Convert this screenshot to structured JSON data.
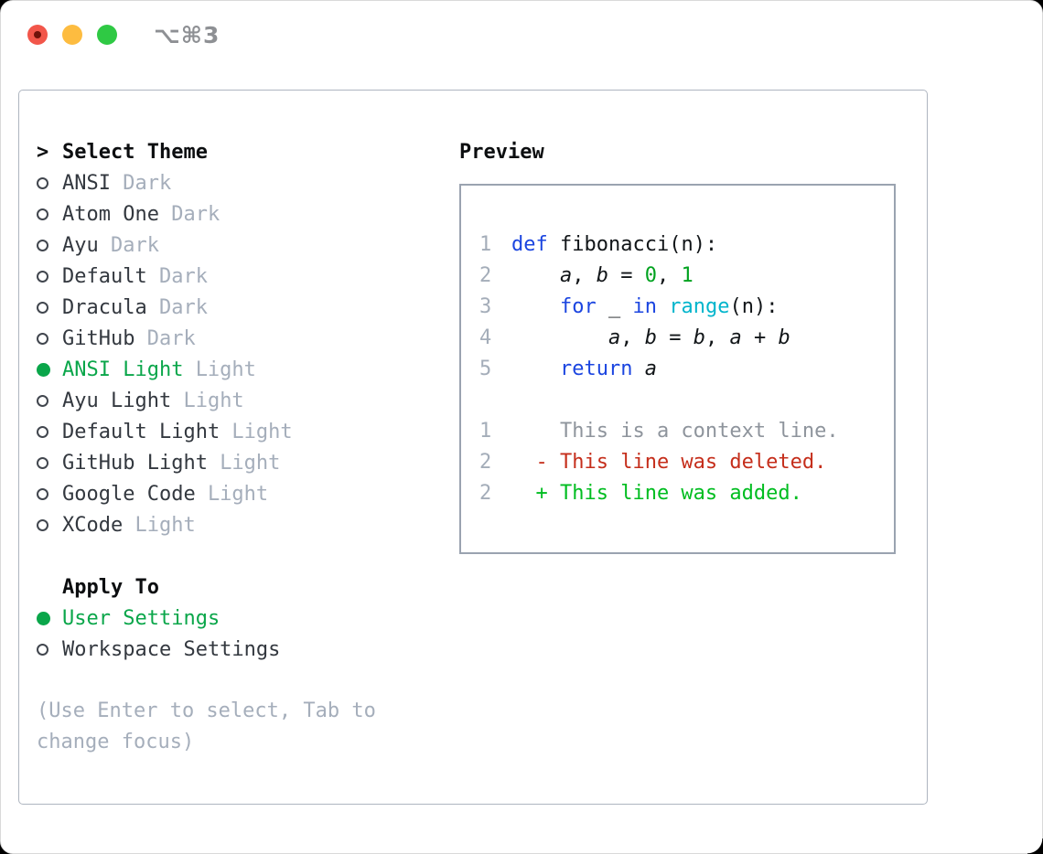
{
  "window": {
    "title": "⌥⌘3"
  },
  "colors": {
    "accent_green": "#0aa64a",
    "keyword_blue": "#1b45e0",
    "builtin_cyan": "#00b5cc",
    "number_green": "#00a21f",
    "diff_added_green": "#00bd20",
    "diff_deleted_red": "#c52e1b",
    "context_gray": "#8e949c",
    "muted_gray": "#a5aebb",
    "traffic_red": "#f2564a",
    "traffic_yellow": "#fdbc40",
    "traffic_green": "#2fc944"
  },
  "panel": {
    "theme_header": {
      "prefix": ">",
      "label": "Select Theme"
    },
    "themes": [
      {
        "name": "ANSI",
        "variant": "Dark",
        "selected": false
      },
      {
        "name": "Atom One",
        "variant": "Dark",
        "selected": false
      },
      {
        "name": "Ayu",
        "variant": "Dark",
        "selected": false
      },
      {
        "name": "Default",
        "variant": "Dark",
        "selected": false
      },
      {
        "name": "Dracula",
        "variant": "Dark",
        "selected": false
      },
      {
        "name": "GitHub",
        "variant": "Dark",
        "selected": false
      },
      {
        "name": "ANSI Light",
        "variant": "Light",
        "selected": true
      },
      {
        "name": "Ayu Light",
        "variant": "Light",
        "selected": false
      },
      {
        "name": "Default Light",
        "variant": "Light",
        "selected": false
      },
      {
        "name": "GitHub Light",
        "variant": "Light",
        "selected": false
      },
      {
        "name": "Google Code",
        "variant": "Light",
        "selected": false
      },
      {
        "name": "XCode",
        "variant": "Light",
        "selected": false
      }
    ],
    "apply_header": "Apply To",
    "apply_options": [
      {
        "label": "User Settings",
        "selected": true
      },
      {
        "label": "Workspace Settings",
        "selected": false
      }
    ],
    "help": "(Use Enter to select, Tab to change focus)"
  },
  "preview": {
    "header": "Preview",
    "lines": [
      {
        "num": "1",
        "tokens": [
          {
            "t": "def",
            "c": "kw"
          },
          {
            "t": " fibonacci(n):",
            "c": "pl"
          }
        ]
      },
      {
        "num": "2",
        "tokens": [
          {
            "t": "    ",
            "c": "pl"
          },
          {
            "t": "a",
            "c": "var"
          },
          {
            "t": ", ",
            "c": "pl"
          },
          {
            "t": "b",
            "c": "var"
          },
          {
            "t": " = ",
            "c": "pl"
          },
          {
            "t": "0",
            "c": "num"
          },
          {
            "t": ", ",
            "c": "pl"
          },
          {
            "t": "1",
            "c": "num"
          }
        ]
      },
      {
        "num": "3",
        "tokens": [
          {
            "t": "    ",
            "c": "pl"
          },
          {
            "t": "for",
            "c": "kw"
          },
          {
            "t": " _ ",
            "c": "pl"
          },
          {
            "t": "in",
            "c": "kw"
          },
          {
            "t": " ",
            "c": "pl"
          },
          {
            "t": "range",
            "c": "cy"
          },
          {
            "t": "(n):",
            "c": "pl"
          }
        ]
      },
      {
        "num": "4",
        "tokens": [
          {
            "t": "        ",
            "c": "pl"
          },
          {
            "t": "a",
            "c": "var"
          },
          {
            "t": ", ",
            "c": "pl"
          },
          {
            "t": "b",
            "c": "var"
          },
          {
            "t": " = ",
            "c": "pl"
          },
          {
            "t": "b",
            "c": "var"
          },
          {
            "t": ", ",
            "c": "pl"
          },
          {
            "t": "a",
            "c": "var"
          },
          {
            "t": " + ",
            "c": "pl"
          },
          {
            "t": "b",
            "c": "var"
          }
        ]
      },
      {
        "num": "5",
        "tokens": [
          {
            "t": "    ",
            "c": "pl"
          },
          {
            "t": "return",
            "c": "kw"
          },
          {
            "t": " ",
            "c": "pl"
          },
          {
            "t": "a",
            "c": "var"
          }
        ]
      },
      {
        "num": "",
        "tokens": []
      },
      {
        "num": "1",
        "tokens": [
          {
            "t": "    This is a context line.",
            "c": "ctx"
          }
        ]
      },
      {
        "num": "2",
        "tokens": [
          {
            "t": "  - This line was deleted.",
            "c": "del"
          }
        ]
      },
      {
        "num": "2",
        "tokens": [
          {
            "t": "  + This line was added.",
            "c": "add"
          }
        ]
      }
    ]
  }
}
